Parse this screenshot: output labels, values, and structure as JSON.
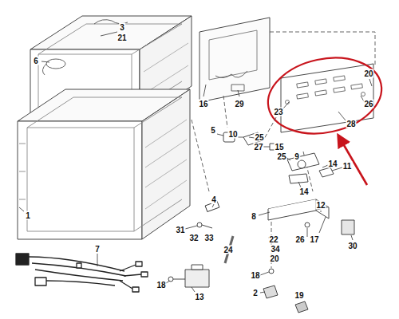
{
  "diagram": {
    "labels": [
      "3",
      "21",
      "6",
      "16",
      "29",
      "20",
      "23",
      "26",
      "28",
      "5",
      "10",
      "25",
      "27",
      "15",
      "25",
      "9",
      "14",
      "11",
      "14",
      "4",
      "12",
      "8",
      "1",
      "31",
      "32",
      "33",
      "22",
      "26",
      "17",
      "30",
      "7",
      "24",
      "34",
      "20",
      "18",
      "13",
      "18",
      "2",
      "19"
    ]
  }
}
